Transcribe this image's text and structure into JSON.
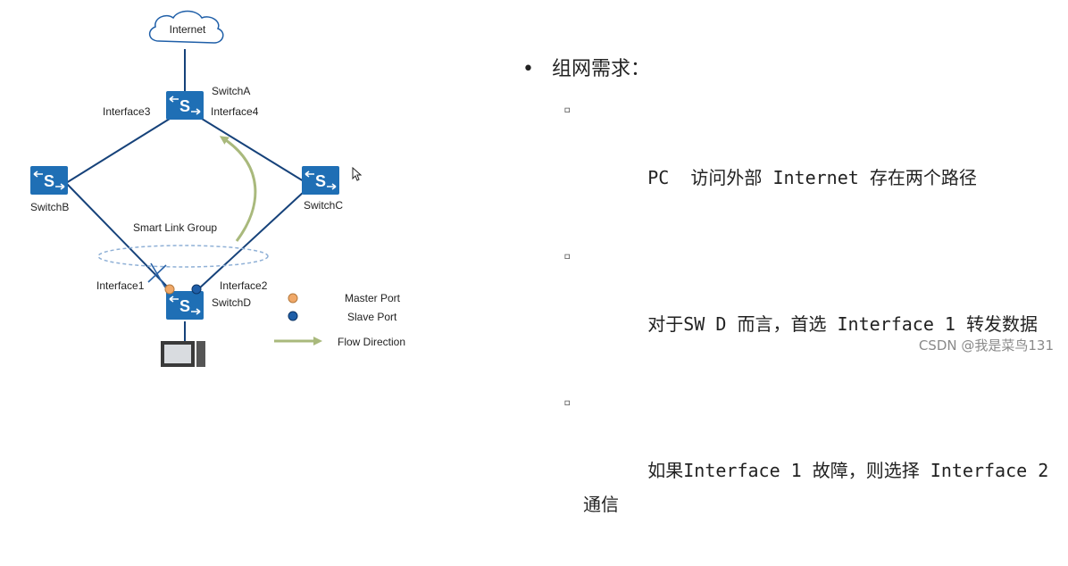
{
  "diagram": {
    "cloud_label": "Internet",
    "switch_a": "SwitchA",
    "switch_b": "SwitchB",
    "switch_c": "SwitchC",
    "switch_d": "SwitchD",
    "interface3": "Interface3",
    "interface4": "Interface4",
    "interface1": "Interface1",
    "interface2": "Interface2",
    "smart_link_group": "Smart Link Group",
    "legend": {
      "master_port": "Master Port",
      "slave_port": "Slave Port",
      "flow_direction": "Flow Direction"
    },
    "colors": {
      "switch_blue": "#1f6fb5",
      "link_blue": "#16427a",
      "master_orange": "#f0a868",
      "slave_blue": "#1f5fa8",
      "flow_green": "#a9b97c",
      "ellipse_blue": "#8fb0d6"
    },
    "icons": [
      "cloud-icon",
      "switch-icon",
      "pc-icon",
      "cursor-icon"
    ]
  },
  "requirements": {
    "title": "组网需求：",
    "items": [
      "PC  访问外部 Internet 存在两个路径",
      "对于SW D 而言，首选 Interface 1 转发数据",
      "如果Interface 1 故障，则选择 Interface 2 通信"
    ]
  },
  "watermark": "CSDN @我是菜鸟131"
}
